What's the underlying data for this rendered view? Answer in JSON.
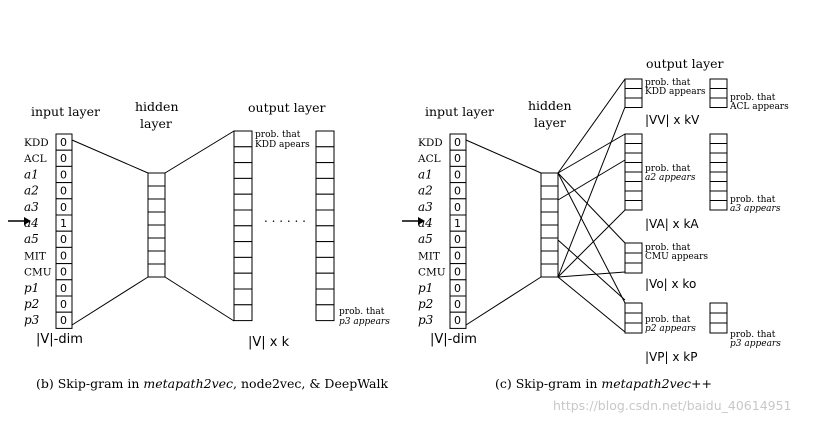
{
  "left_panel": {
    "input_layer_label": "input layer",
    "hidden_layer_label_1": "hidden",
    "hidden_layer_label_2": "layer",
    "output_layer_label": "output layer",
    "row_labels": [
      "KDD",
      "ACL",
      "a1",
      "a2",
      "a3",
      "a4",
      "a5",
      "MIT",
      "CMU",
      "p1",
      "p2",
      "p3"
    ],
    "row_values": [
      "0",
      "0",
      "0",
      "0",
      "0",
      "1",
      "0",
      "0",
      "0",
      "0",
      "0",
      "0"
    ],
    "dim_label": "|V|-dim",
    "prob_top_1": "prob. that",
    "prob_top_2": "KDD apears",
    "ellipsis": ". . .  . . .",
    "prob_bottom_1": "prob. that",
    "prob_bottom_2": "p3 appears",
    "output_dim_label": "|V| x k",
    "caption_prefix": "(b) Skip-gram in ",
    "caption_em": "metapath2vec",
    "caption_suffix": ", node2vec, & DeepWalk"
  },
  "right_panel": {
    "input_layer_label": "input layer",
    "hidden_layer_label_1": "hidden",
    "hidden_layer_label_2": "layer",
    "output_layer_label": "output layer",
    "row_labels": [
      "KDD",
      "ACL",
      "a1",
      "a2",
      "a3",
      "a4",
      "a5",
      "MIT",
      "CMU",
      "p1",
      "p2",
      "p3"
    ],
    "row_values": [
      "0",
      "0",
      "0",
      "0",
      "0",
      "1",
      "0",
      "0",
      "0",
      "0",
      "0",
      "0"
    ],
    "dim_label": "|V|-dim",
    "kdd_prob_1": "prob. that",
    "kdd_prob_2": "KDD appears",
    "acl_prob_1": "prob. that",
    "acl_prob_2": "ACL appears",
    "vv_label": "|VV| x kV",
    "a2_prob_1": "prob. that",
    "a2_prob_2": "a2 appears",
    "a3_prob_1": "prob. that",
    "a3_prob_2": "a3 appears",
    "va_label": "|VA| x kA",
    "cmu_prob_1": "prob. that",
    "cmu_prob_2": "CMU appears",
    "vo_label": "|Vo| x ko",
    "p2_prob_1": "prob. that",
    "p2_prob_2": "p2 appears",
    "p3_prob_1": "prob. that",
    "p3_prob_2": "p3 appears",
    "vp_label": "|VP| x kP",
    "caption_prefix": "(c) Skip-gram in ",
    "caption_em": "metapath2vec++"
  },
  "watermark": "https://blog.csdn.net/baidu_40614951"
}
